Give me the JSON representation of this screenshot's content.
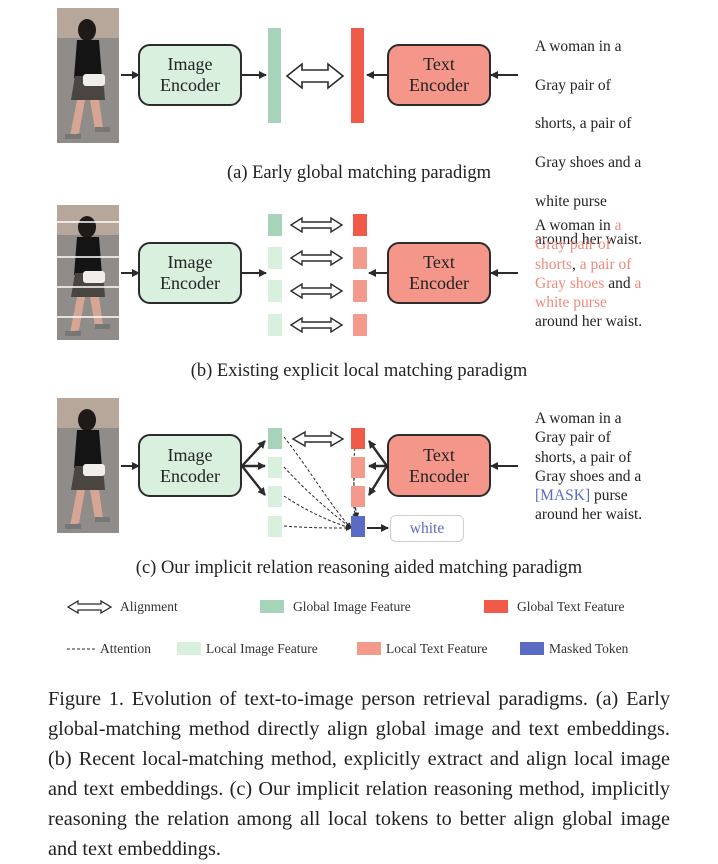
{
  "panels": [
    {
      "image_encoder": "Image\nEncoder",
      "text_encoder": "Text\nEncoder",
      "description": [
        "A woman in a",
        "Gray pair of",
        "shorts, a pair of",
        "Gray shoes and a",
        "white purse",
        "around her waist."
      ],
      "subtitle": "(a) Early global matching paradigm"
    },
    {
      "image_encoder": "Image\nEncoder",
      "text_encoder": "Text\nEncoder",
      "description_parts": {
        "l1_plain": "A woman in ",
        "l1_hl": "a",
        "l2_hl": "Gray pair of",
        "l3_hl": "shorts",
        "l3_plain": ", ",
        "l3_hl2": "a pair of",
        "l4_hl": "Gray shoes",
        "l4_plain": " and ",
        "l4_hl2": "a",
        "l5_hl": "white purse",
        "l6_plain": "around her waist."
      },
      "subtitle": "(b) Existing explicit local matching paradigm"
    },
    {
      "image_encoder": "Image\nEncoder",
      "text_encoder": "Text\nEncoder",
      "description_parts": {
        "l1": "A woman in a",
        "l2": "Gray pair of",
        "l3": "shorts, a pair of",
        "l4": "Gray shoes and a",
        "l5_mask": "[MASK]",
        "l5_plain": " purse",
        "l6": "around her waist."
      },
      "predicted_word": "white",
      "subtitle": "(c) Our implicit relation reasoning aided matching paradigm"
    }
  ],
  "legend": {
    "alignment": "Alignment",
    "global_image": "Global Image Feature",
    "global_text": "Global Text Feature",
    "attention": "Attention",
    "local_image": "Local Image Feature",
    "local_text": "Local Text Feature",
    "masked_token": "Masked Token"
  },
  "colors": {
    "global_image": "#a6d3b9",
    "local_image": "#d9f0df",
    "global_text": "#ef5b48",
    "local_text": "#f49a8d",
    "masked": "#5a6bc4"
  },
  "caption": "Figure 1.  Evolution of text-to-image person retrieval paradigms. (a) Early global-matching method directly align global image and text embeddings. (b) Recent local-matching method, explicitly extract and align local image and text embeddings. (c) Our implicit relation reasoning method, implicitly reasoning the relation among all local tokens to better align global image and text embeddings."
}
